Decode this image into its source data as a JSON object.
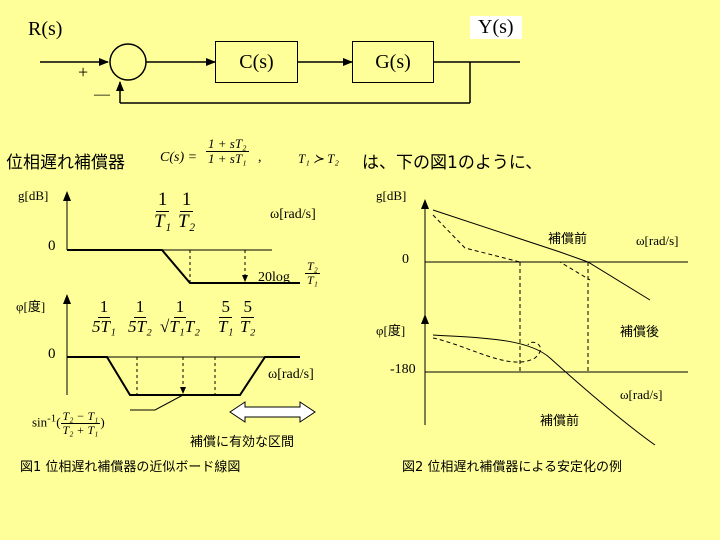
{
  "block": {
    "input": "R(s)",
    "output": "Y(s)",
    "controller": "C(s)",
    "plant": "G(s)",
    "plus": "+",
    "minus": "—"
  },
  "equation": {
    "name": "位相遅れ補償器",
    "lhs": "C(s) =",
    "num": "1 + sT₂",
    "den": "1 + sT₁",
    "comma": ",",
    "cond": "T₁ ≻ T₂",
    "desc": "は、下の図1のように、"
  },
  "fig1": {
    "gain_label": "g[dB]",
    "gain_zero": "0",
    "omega_gain": "ω[rad/s]",
    "gain_cross_1": "1",
    "gain_cross_T1": "T₁",
    "gain_cross_2": "1",
    "gain_cross_T2": "T₂",
    "log_label": "20log",
    "log_num": "T₂",
    "log_den": "T₁",
    "phase_label": "φ[度]",
    "phase_zero": "0",
    "omega_phase": "ω[rad/s]",
    "t1_num": "1",
    "t1_den": "5T₁",
    "t2_num": "1",
    "t2_den": "5T₂",
    "t3_num": "1",
    "t3_den": "√T₁T₂",
    "t4_num": "5",
    "t4_den": "T₁",
    "t5_num": "5",
    "t5_den": "T₂",
    "asin": "sin",
    "asin_sup": "-1",
    "asin_num": "T₂ − T₁",
    "asin_den": "T₂ + T₁",
    "effective": "補償に有効な区間",
    "caption": "図1  位相遅れ補償器の近似ボード線図"
  },
  "fig2": {
    "gain_label": "g[dB]",
    "zero": "0",
    "before_gain": "補償前",
    "omega_gain": "ω[rad/s]",
    "phase_label": "φ[度]",
    "after_phase": "補償後",
    "minus180": "-180",
    "omega_phase": "ω[rad/s]",
    "before_phase": "補償前",
    "caption": "図2  位相遅れ補償器による安定化の例"
  }
}
